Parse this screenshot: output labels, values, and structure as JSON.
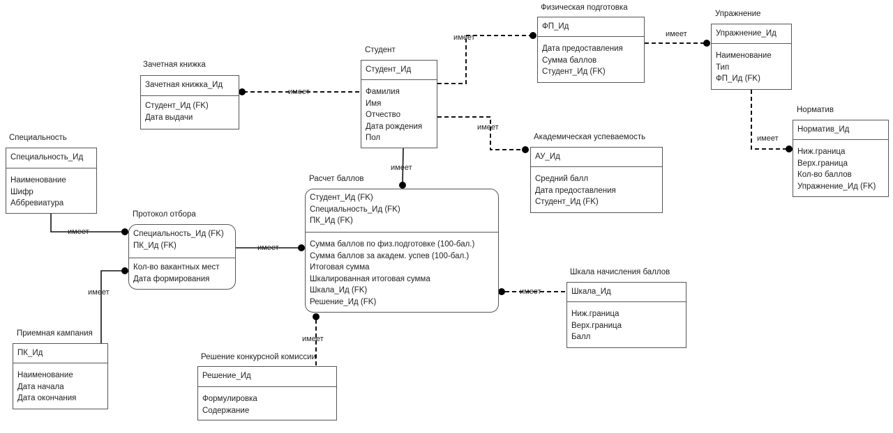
{
  "diagram": {
    "type": "ER diagram",
    "entities": {
      "zachetka": {
        "title": "Зачетная книжка",
        "pk": [
          "Зачетная книжка_Ид"
        ],
        "attrs": [
          "Студент_Ид (FK)",
          "Дата выдачи"
        ]
      },
      "student": {
        "title": "Студент",
        "pk": [
          "Студент_Ид"
        ],
        "attrs": [
          "Фамилия",
          "Имя",
          "Отчество",
          "Дата рождения",
          "Пол"
        ]
      },
      "fizpodg": {
        "title": "Физическая подготовка",
        "pk": [
          "ФП_Ид"
        ],
        "attrs": [
          "Дата предоставления",
          "Сумма баллов",
          "Студент_Ид (FK)"
        ]
      },
      "uprazhnenie": {
        "title": "Упражнение",
        "pk": [
          "Упражнение_Ид"
        ],
        "attrs": [
          "Наименование",
          "Тип",
          "ФП_Ид (FK)"
        ]
      },
      "normativ": {
        "title": "Норматив",
        "pk": [
          "Норматив_Ид"
        ],
        "attrs": [
          "Ниж.граница",
          "Верх.граница",
          "Кол-во баллов",
          "Упражнение_Ид (FK)"
        ]
      },
      "specialnost": {
        "title": "Специальность",
        "pk": [
          "Специальность_Ид"
        ],
        "attrs": [
          "Наименование",
          "Шифр",
          "Аббревиатура"
        ]
      },
      "akadusp": {
        "title": "Академическая успеваемость",
        "pk": [
          "АУ_Ид"
        ],
        "attrs": [
          "Средний балл",
          "Дата предоставления",
          "Студент_Ид (FK)"
        ]
      },
      "protokol": {
        "title": "Протокол отбора",
        "pk": [
          "Специальность_Ид (FK)",
          "ПК_Ид (FK)"
        ],
        "attrs": [
          "Кол-во вакантных мест",
          "Дата формирования"
        ]
      },
      "raschet": {
        "title": "Расчет баллов",
        "pk": [
          "Студент_Ид (FK)",
          "Специальность_Ид (FK)",
          "ПК_Ид (FK)"
        ],
        "attrs": [
          "Сумма баллов по физ.подготовке (100-бал.)",
          "Сумма баллов за академ. успев (100-бал.)",
          "Итоговая сумма",
          "Шкалированная итоговая сумма",
          "Шкала_Ид (FK)",
          "Решение_Ид (FK)"
        ]
      },
      "shkala": {
        "title": "Шкала начисления баллов",
        "pk": [
          "Шкала_Ид"
        ],
        "attrs": [
          "Ниж.граница",
          "Верх.граница",
          "Балл"
        ]
      },
      "priemkamp": {
        "title": "Приемная кампания",
        "pk": [
          "ПК_Ид"
        ],
        "attrs": [
          "Наименование",
          "Дата начала",
          "Дата окончания"
        ]
      },
      "reshenie": {
        "title": "Решение конкурсной комиссии",
        "pk": [
          "Решение_Ид"
        ],
        "attrs": [
          "Формулировка",
          "Содержание"
        ]
      }
    },
    "relationships": [
      {
        "from": "student",
        "to": "zachetka",
        "label": "имеет",
        "style": "dashed"
      },
      {
        "from": "student",
        "to": "fizpodg",
        "label": "имеет",
        "style": "dashed"
      },
      {
        "from": "fizpodg",
        "to": "uprazhnenie",
        "label": "имеет",
        "style": "dashed"
      },
      {
        "from": "uprazhnenie",
        "to": "normativ",
        "label": "имеет",
        "style": "dashed"
      },
      {
        "from": "student",
        "to": "akadusp",
        "label": "имеет",
        "style": "dashed"
      },
      {
        "from": "student",
        "to": "raschet",
        "label": "имеет",
        "style": "solid"
      },
      {
        "from": "specialnost",
        "to": "protokol",
        "label": "имеет",
        "style": "solid"
      },
      {
        "from": "priemkamp",
        "to": "protokol",
        "label": "имеет",
        "style": "solid"
      },
      {
        "from": "protokol",
        "to": "raschet",
        "label": "имеет",
        "style": "solid"
      },
      {
        "from": "shkala",
        "to": "raschet",
        "label": "имеет",
        "style": "dashed"
      },
      {
        "from": "reshenie",
        "to": "raschet",
        "label": "имеет",
        "style": "dashed"
      }
    ]
  }
}
